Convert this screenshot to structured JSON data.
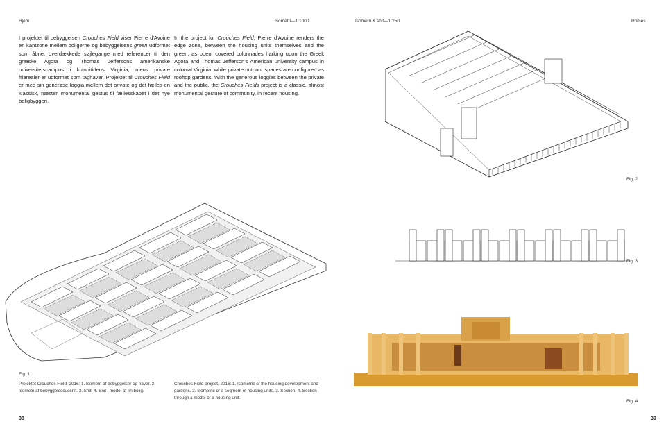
{
  "left_page": {
    "running_head": "Hjem",
    "running_head_right": "Isometri—1:1000",
    "body_da": [
      "I projektet til bebyggelsen ",
      "Crouches Field",
      " viser Pierre d'Avoine en kantzone mellem boligerne og bebyggelsens ",
      "green",
      " udformet som åbne, overdækkede søjlegange med referencer til den græske Agora og Thomas Jeffersons amerikanske universitetscampus i kolonitidens Virginia, mens private friarealer er udformet som taghaver. Projektet til ",
      "Crouches Field",
      " er med sin generøse loggia mellem det private og det fælles en klassisk, næsten monumental gestus til fællesskabet i det nye boligbyggeri."
    ],
    "body_en": [
      "In the project for ",
      "Crouches Field",
      ", Pierre d'Avoine renders the edge zone, between the housing units themselves and the green, as open, covered colonnades harking upon the Greek Agora and Thomas Jefferson's American university campus in colonial Virginia, while private outdoor spaces are configured as rooftop gardens. With the generous loggias between the private and the public, the ",
      "Crouches Fields",
      " project is a classic, almost monumental gesture of community, in recent housing."
    ],
    "fig1_label": "Fig. 1",
    "caption_da": "Projektet Crouches Field, 2016: 1. Isometri af bebyggelser og haver. 2. Isometri af bebyggelsesudsnit. 3. Snit. 4. Snit i model af en bolig.",
    "caption_en": "Crouches Field project, 2016: 1. Isometric of the housing development and gardens. 2. Isometric of a segment of housing units. 3. Section. 4. Section through a model of a housing unit.",
    "page_number": "38"
  },
  "right_page": {
    "running_head": "Isometri & snit—1:250",
    "running_head_right": "Homes",
    "fig2_label": "Fig. 2",
    "fig3_label": "Fig. 3",
    "fig4_label": "Fig. 4",
    "page_number": "39"
  }
}
